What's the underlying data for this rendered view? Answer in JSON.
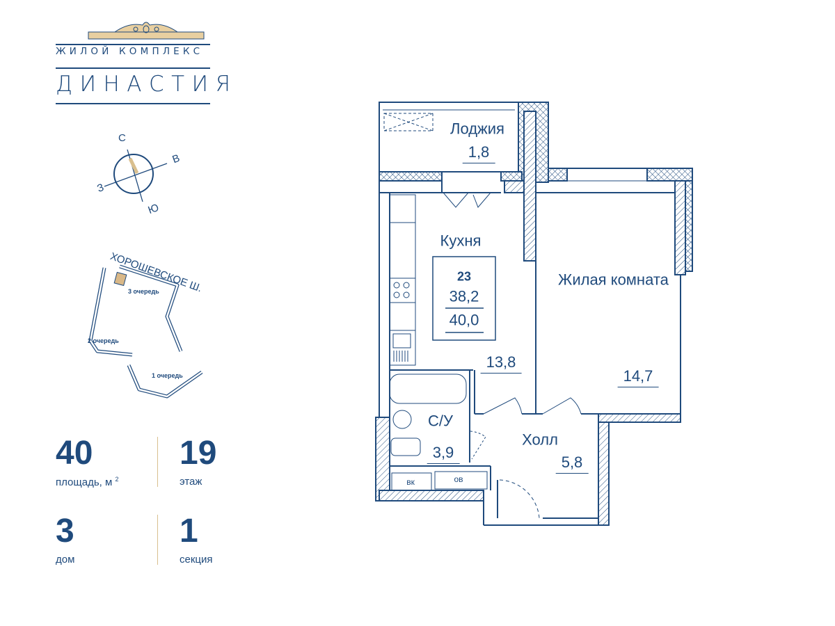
{
  "logo": {
    "subtitle": "ЖИЛОЙ КОМПЛЕКС",
    "title": "ДИНАСТИЯ"
  },
  "compass": {
    "north": "С",
    "east": "В",
    "south": "Ю",
    "west": "З"
  },
  "site_plan": {
    "street": "ХОРОШЕВСКОЕ Ш.",
    "phases": [
      "3 очередь",
      "2 очередь",
      "1 очередь"
    ]
  },
  "stats": {
    "area": {
      "value": "40",
      "label": "площадь, м",
      "sup": "2"
    },
    "floor": {
      "value": "19",
      "label": "этаж"
    },
    "house": {
      "value": "3",
      "label": "дом"
    },
    "section": {
      "value": "1",
      "label": "секция"
    }
  },
  "plan": {
    "apartment": {
      "number": "23",
      "living_area": "38,2",
      "total_area": "40,0"
    },
    "rooms": {
      "loggia": {
        "name": "Лоджия",
        "area": "1,8"
      },
      "kitchen": {
        "name": "Кухня",
        "area": "13,8"
      },
      "living": {
        "name": "Жилая комната",
        "area": "14,7"
      },
      "bathroom": {
        "name": "С/У",
        "area": "3,9"
      },
      "hall": {
        "name": "Холл",
        "area": "5,8"
      }
    },
    "shafts": {
      "vk": "вк",
      "ov": "ов"
    }
  },
  "colors": {
    "primary": "#1f4a7c",
    "accent": "#d9bf8e"
  }
}
